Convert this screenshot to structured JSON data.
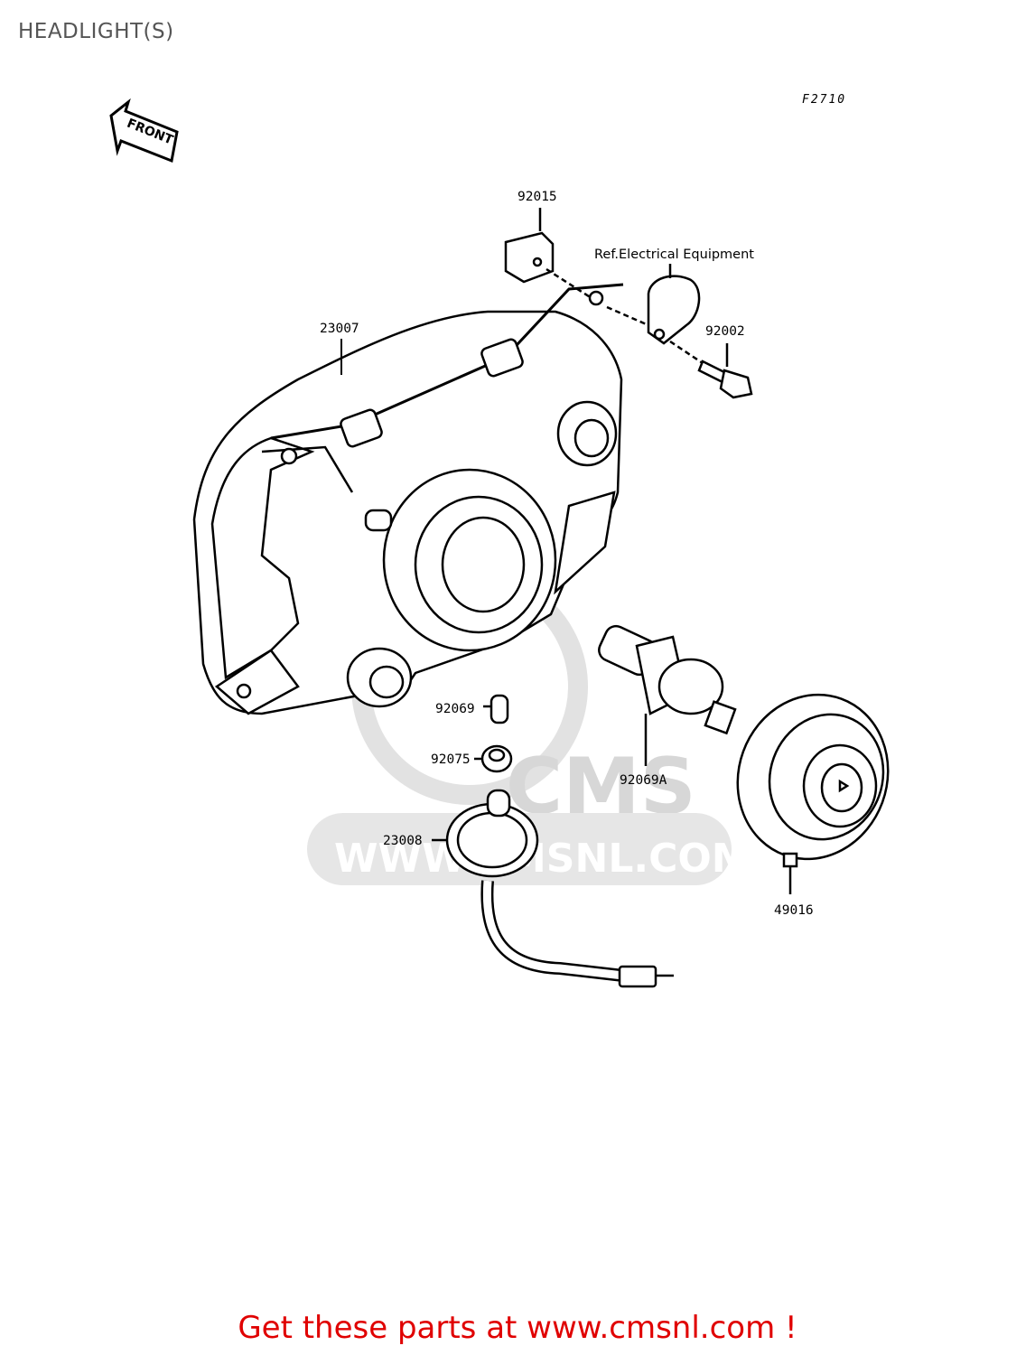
{
  "title": "HEADLIGHT(S)",
  "figure_code": "F2710",
  "front_arrow_label": "FRONT",
  "reference_note": "Ref.Electrical Equipment",
  "parts": [
    {
      "number": "92015"
    },
    {
      "number": "23007"
    },
    {
      "number": "92002"
    },
    {
      "number": "92069"
    },
    {
      "number": "92075"
    },
    {
      "number": "92069A"
    },
    {
      "number": "23008"
    },
    {
      "number": "49016"
    }
  ],
  "watermark": {
    "brand": "CMS",
    "url": "WWW.CMSNL.COM"
  },
  "footer": {
    "text": "Get these parts at www.cmsnl.com !",
    "color": "#e00000"
  }
}
